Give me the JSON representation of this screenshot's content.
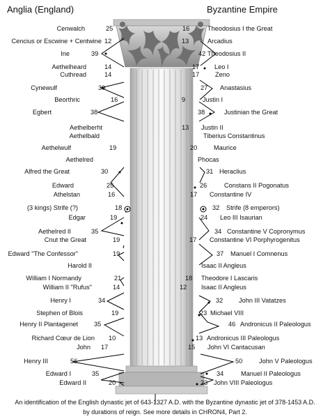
{
  "header": {
    "left": "Anglia (England)",
    "right": "Byzantine Empire"
  },
  "caption": {
    "line1": "An identification of the English dynastic jet of 643-1327 A.D. with the Byzantine dynastic jet of 378-1453 A.D.",
    "line2": "by durations of reign. See more details in CHRON4, Part 2."
  },
  "left_rows": [
    {
      "name": "Cenwalch",
      "num": "25"
    },
    {
      "name": "Cencius or Escwine + Centwine",
      "num": "12"
    },
    {
      "name": "Ine",
      "num": "39"
    },
    {
      "name": "Aethelheard",
      "num": "14"
    },
    {
      "name": "Cuthread",
      "num": "14"
    },
    {
      "name": "Cynewulf",
      "num": "30"
    },
    {
      "name": "Beorthric",
      "num": "16"
    },
    {
      "name": "Egbert",
      "num": "38"
    },
    {
      "name": "Aethelberht",
      "num": ""
    },
    {
      "name": "Aethelbald",
      "num": ""
    },
    {
      "name": "Aethelwulf",
      "num": "19"
    },
    {
      "name": "Aethelred",
      "num": ""
    },
    {
      "name": "Alfred the Great",
      "num": "30"
    },
    {
      "name": "Edward",
      "num": "25"
    },
    {
      "name": "Athelstan",
      "num": "16"
    },
    {
      "name": "(3 kings) Strife (?)",
      "num": "18"
    },
    {
      "name": "Edgar",
      "num": "19"
    },
    {
      "name": "Aethelred II",
      "num": "35"
    },
    {
      "name": "Cnut the Great",
      "num": "19"
    },
    {
      "name": "Edward \"The Confessor\"",
      "num": "19"
    },
    {
      "name": "Harold II",
      "num": ""
    },
    {
      "name": "William I Normandy",
      "num": "21"
    },
    {
      "name": "William II \"Rufus\"",
      "num": "14"
    },
    {
      "name": "Henry I",
      "num": "34"
    },
    {
      "name": "Stephen of Blois",
      "num": "19"
    },
    {
      "name": "Henry II Plantagenet",
      "num": "35"
    },
    {
      "name": "Richard Cœur de Lion",
      "num": "10"
    },
    {
      "name": "John",
      "num": "17"
    },
    {
      "name": "Henry III",
      "num": "56"
    },
    {
      "name": "Edward I",
      "num": "35"
    },
    {
      "name": "Edward II",
      "num": "20"
    }
  ],
  "right_rows": [
    {
      "name": "Theodosius I the Great",
      "num": "16"
    },
    {
      "name": "Arcadius",
      "num": "13"
    },
    {
      "name": "Theodosius II",
      "num": "42"
    },
    {
      "name": "Leo I",
      "num": "17"
    },
    {
      "name": "Zeno",
      "num": "17"
    },
    {
      "name": "Anastasius",
      "num": "27"
    },
    {
      "name": "Justin I",
      "num": "9"
    },
    {
      "name": "Justinian the Great",
      "num": "38"
    },
    {
      "name": "Justin II",
      "num": "13"
    },
    {
      "name": "Tiberius Constantinus",
      "num": ""
    },
    {
      "name": "Maurice",
      "num": "20"
    },
    {
      "name": "Phocas",
      "num": ""
    },
    {
      "name": "Heraclius",
      "num": "31"
    },
    {
      "name": "Constans II Pogonatus",
      "num": "26"
    },
    {
      "name": "Constantine IV",
      "num": "17"
    },
    {
      "name": "Strife (8 emperors)",
      "num": "32"
    },
    {
      "name": "Leo III Isaurian",
      "num": "24"
    },
    {
      "name": "Constantine V Copronymus",
      "num": "34"
    },
    {
      "name": "Constantine VI Porphyrogenitus",
      "num": "17"
    },
    {
      "name": "Manuel I Comnenus",
      "num": "37"
    },
    {
      "name": "Isaac II Angleus",
      "num": ""
    },
    {
      "name": "Theodore I Lascaris",
      "num": "18"
    },
    {
      "name": "Isaac II Angleus",
      "num": "12"
    },
    {
      "name": "John III Vatatzes",
      "num": "32"
    },
    {
      "name": "Michael VIII",
      "num": "23"
    },
    {
      "name": "Andronicus II Paleologus",
      "num": "46"
    },
    {
      "name": "Andronicus III Paleologus",
      "num": "13"
    },
    {
      "name": "John VI Cantacusan",
      "num": "15"
    },
    {
      "name": "John V Paleologus",
      "num": "50"
    },
    {
      "name": "Manuel II Paleologus",
      "num": "34"
    },
    {
      "name": "John VIII Paleologus",
      "num": "23"
    }
  ]
}
